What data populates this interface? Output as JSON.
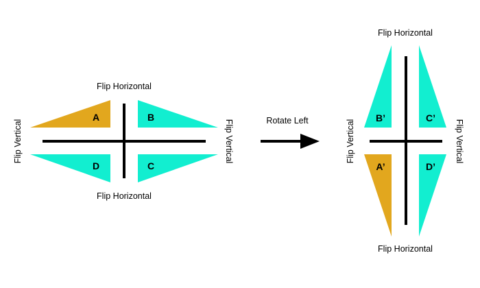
{
  "colors": {
    "gold": "#E2A71E",
    "teal": "#12EED0",
    "stroke": "#000000",
    "background": "#FFFFFF"
  },
  "left": {
    "top_label": "Flip Horizontal",
    "bottom_label": "Flip Horizontal",
    "left_label": "Flip Vertical",
    "right_label": "Flip Vertical",
    "triangles": {
      "a": "A",
      "b": "B",
      "c": "C",
      "d": "D"
    }
  },
  "arrow": {
    "label": "Rotate Left"
  },
  "right": {
    "top_label": "Flip Horizontal",
    "bottom_label": "Flip Horizontal",
    "left_label": "Flip Vertical",
    "right_label": "Flip Vertical",
    "triangles": {
      "b": "B’",
      "c": "C’",
      "a": "A’",
      "d": "D’"
    }
  }
}
